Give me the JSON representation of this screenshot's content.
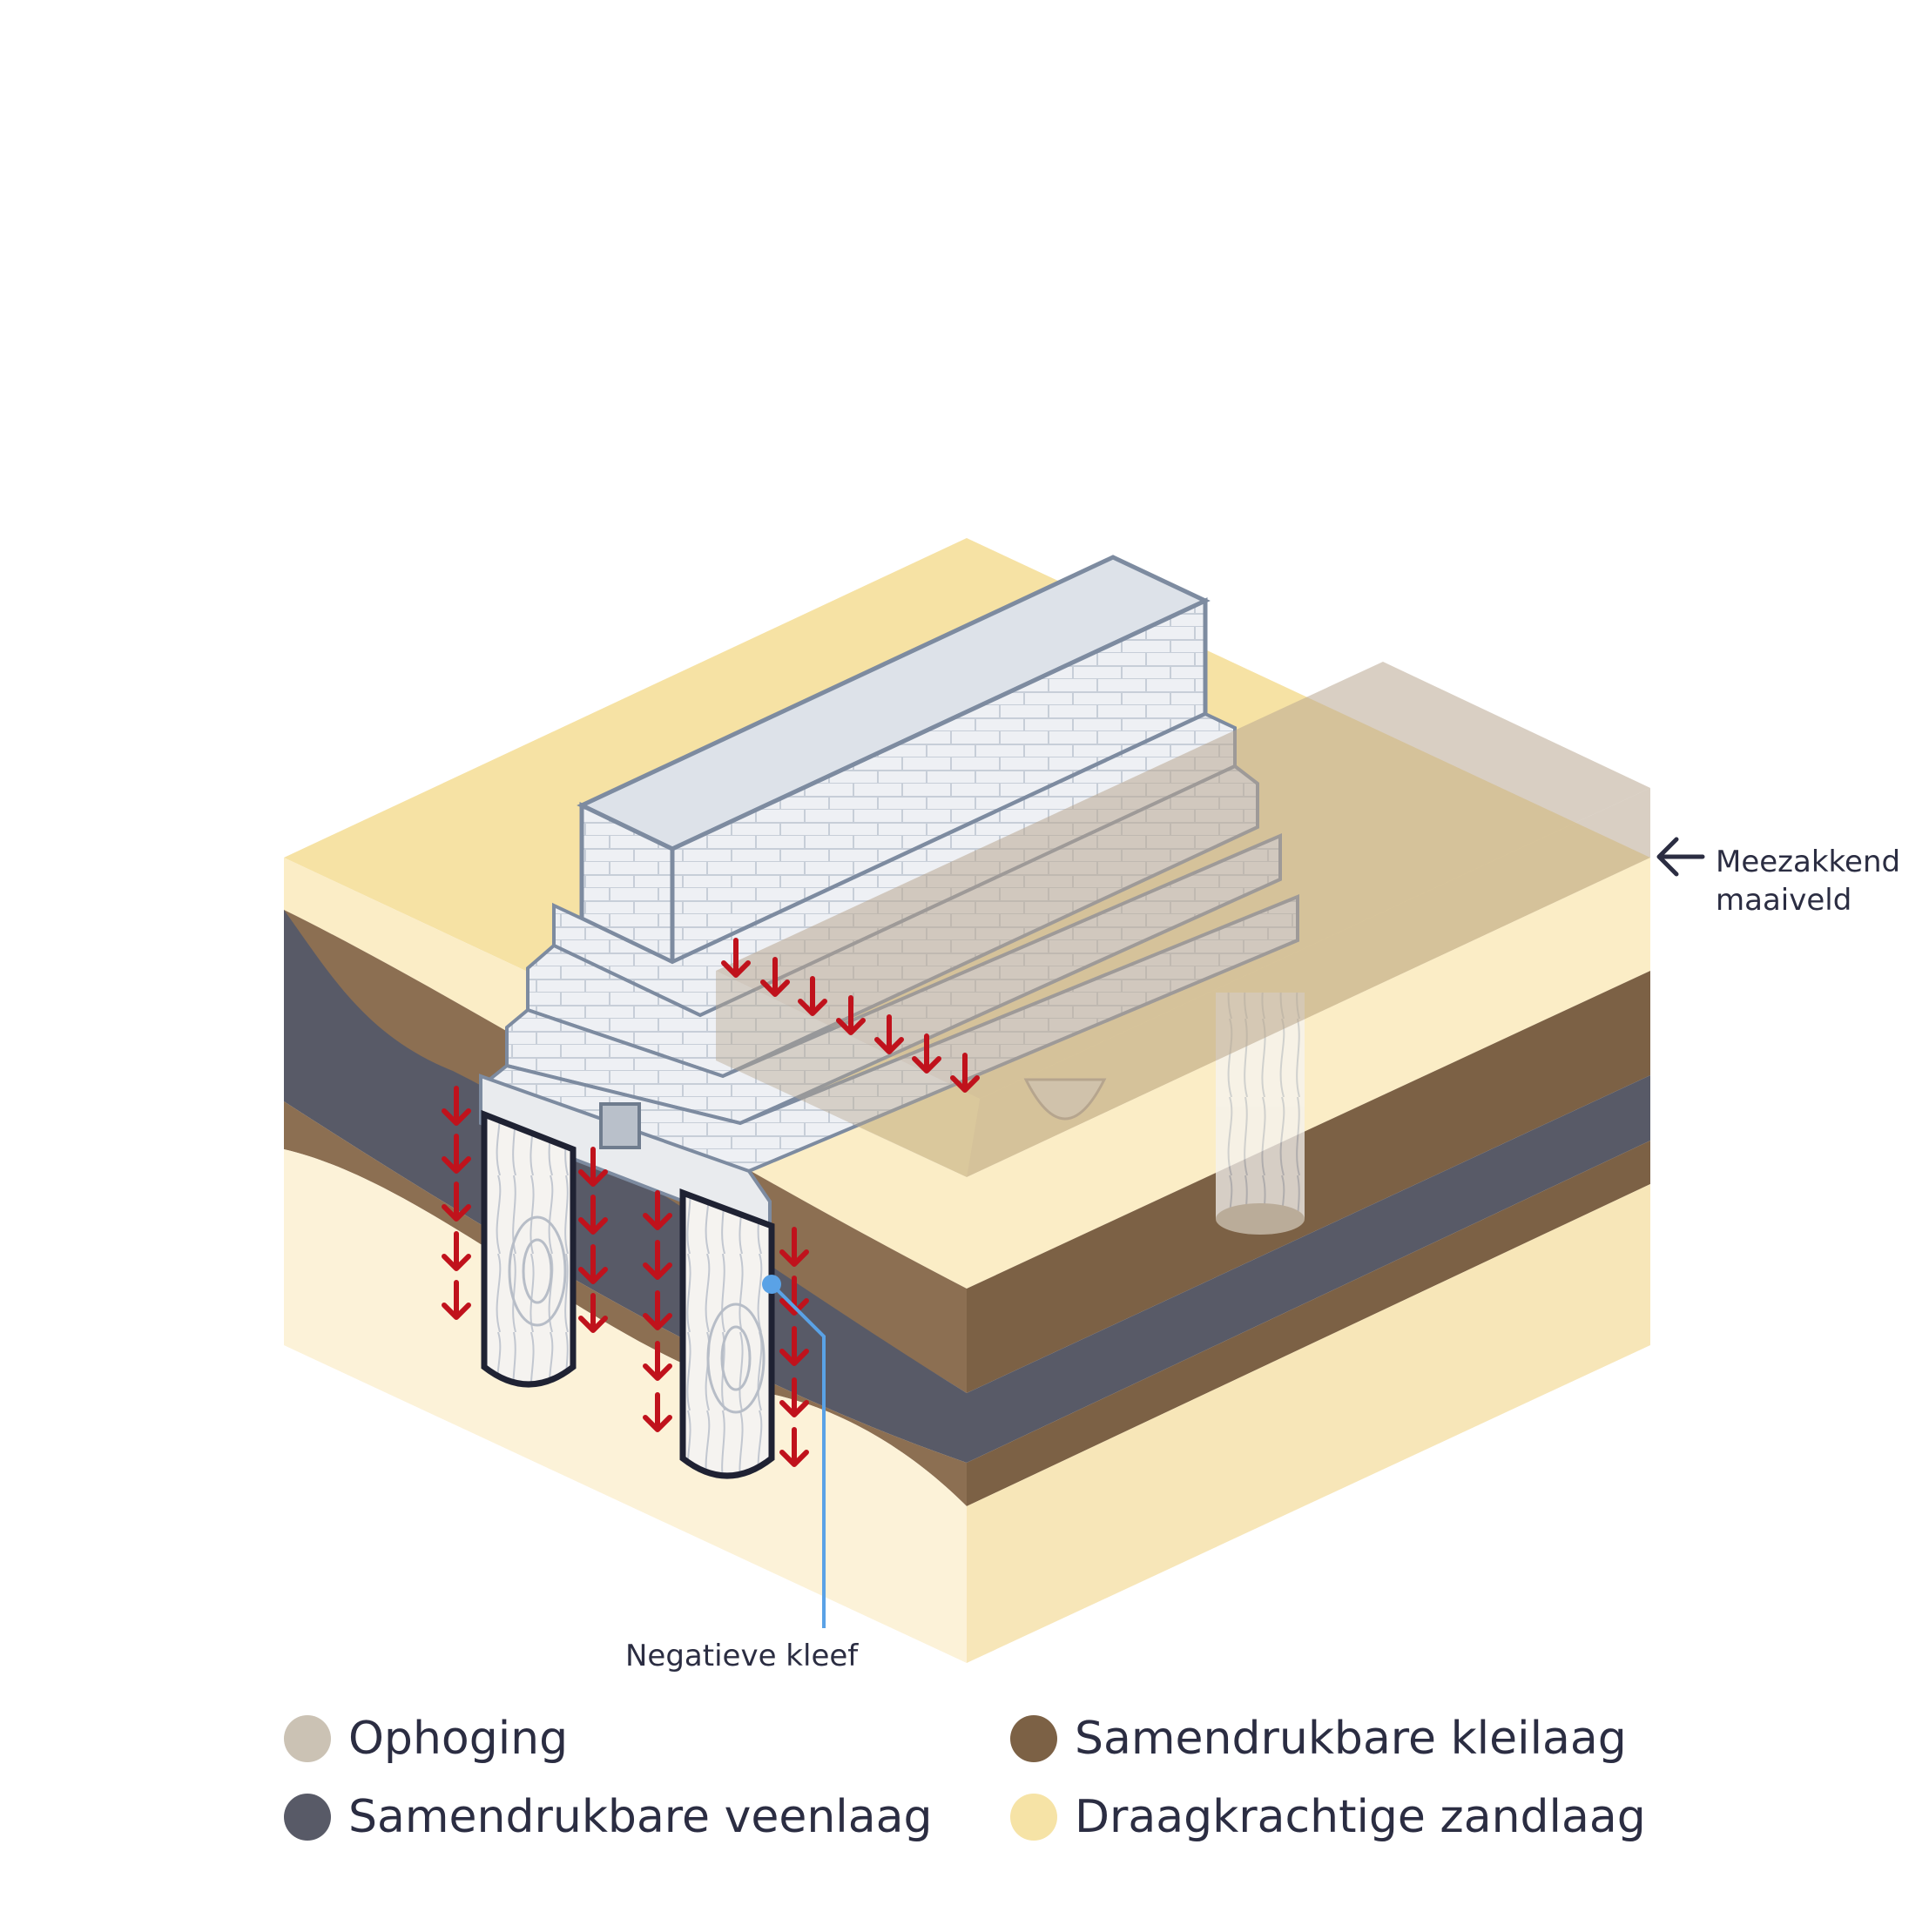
{
  "annotations": {
    "sinking_ground": "Meezakkend\nmaaiveld",
    "negative_friction": "Negatieve kleef"
  },
  "legend": [
    {
      "label": "Ophoging",
      "color": "#cbc2b4"
    },
    {
      "label": "Samendrukbare kleilaag",
      "color": "#7c6145"
    },
    {
      "label": "Samendrukbare veenlaag",
      "color": "#585a67"
    },
    {
      "label": "Draagkrachtige zandlaag",
      "color": "#f6e3a6"
    }
  ],
  "colors": {
    "sand_top": "#f6e2a4",
    "sand_front": "#fbefcc",
    "clay": "#7c6145",
    "peat": "#585a67",
    "brick": "#e4e8ee",
    "pile": "#f4f2ef",
    "arrow": "#c0121c",
    "pointer": "#5aa2e6",
    "fill_overlay": "#b9a892"
  }
}
